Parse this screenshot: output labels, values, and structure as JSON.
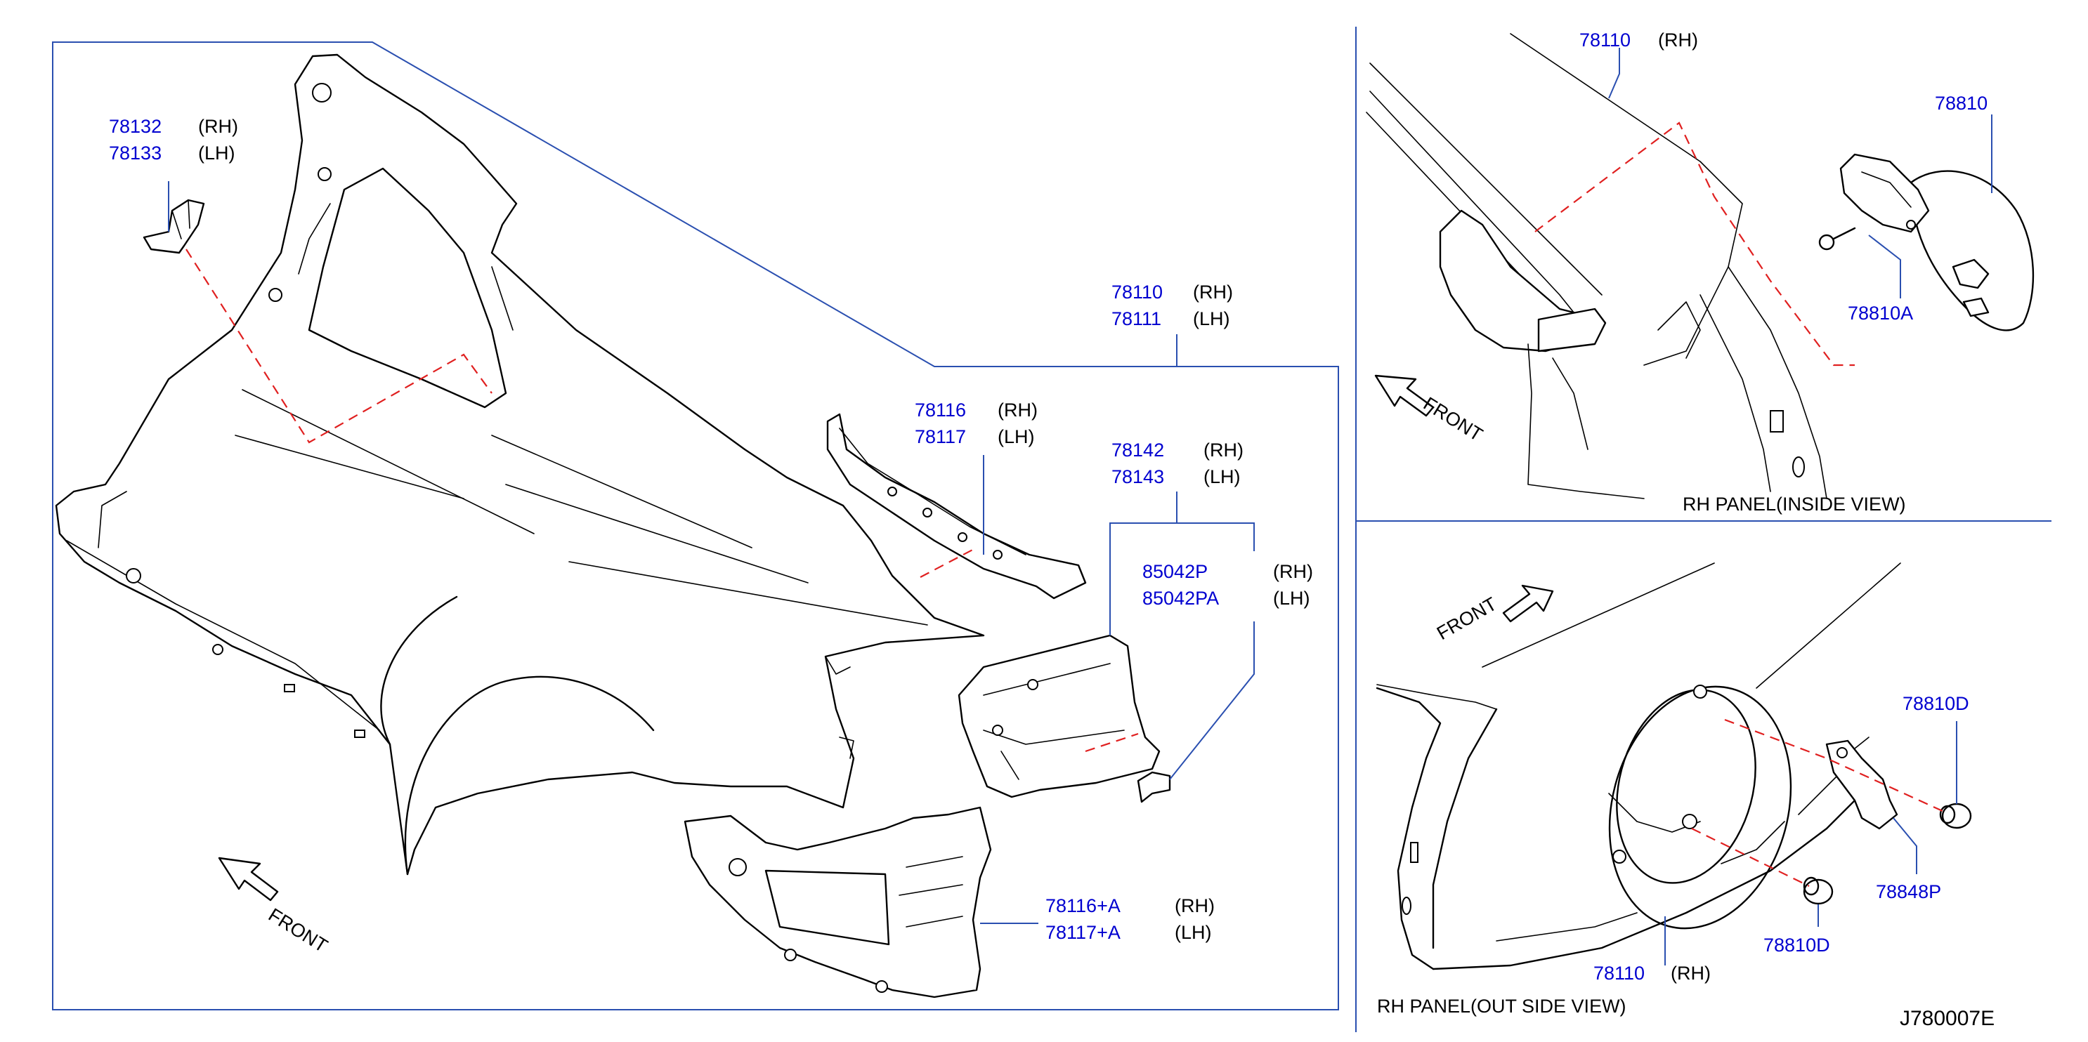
{
  "diagram_id": "J780007E",
  "parts": {
    "p78132": {
      "number": "78132",
      "side": "(RH)"
    },
    "p78133": {
      "number": "78133",
      "side": "(LH)"
    },
    "p78110_main": {
      "number": "78110",
      "side": "(RH)"
    },
    "p78111": {
      "number": "78111",
      "side": "(LH)"
    },
    "p78116": {
      "number": "78116",
      "side": "(RH)"
    },
    "p78117": {
      "number": "78117",
      "side": "(LH)"
    },
    "p78142": {
      "number": "78142",
      "side": "(RH)"
    },
    "p78143": {
      "number": "78143",
      "side": "(LH)"
    },
    "p85042P": {
      "number": "85042P",
      "side": "(RH)"
    },
    "p85042PA": {
      "number": "85042PA",
      "side": "(LH)"
    },
    "p78116A": {
      "number": "78116+A",
      "side": "(RH)"
    },
    "p78117A": {
      "number": "78117+A",
      "side": "(LH)"
    },
    "p78110_inside": {
      "number": "78110",
      "side": "(RH)"
    },
    "p78810": {
      "number": "78810"
    },
    "p78810A": {
      "number": "78810A"
    },
    "p78810D_top": {
      "number": "78810D"
    },
    "p78848P": {
      "number": "78848P"
    },
    "p78810D_bottom": {
      "number": "78810D"
    },
    "p78110_outside": {
      "number": "78110",
      "side": "(RH)"
    }
  },
  "captions": {
    "front_main": "FRONT",
    "front_inside": "FRONT",
    "front_outside": "FRONT",
    "inside_view": "RH   PANEL(INSIDE   VIEW)",
    "outside_view": "RH   PANEL(OUT  SIDE  VIEW)"
  },
  "colors": {
    "part_number": "#0000d0",
    "leader_line": "#2a4fb0",
    "hidden_line": "#e02020",
    "drawing_line": "#000000"
  }
}
